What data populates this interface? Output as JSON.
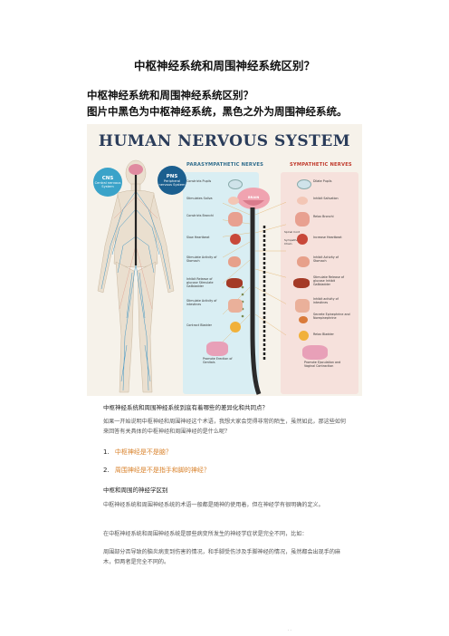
{
  "title": "中枢神经系统和周围神经系统区别？",
  "subheadings": [
    "中枢神经系统和周围神经系统区别？",
    "图片中黑色为中枢神经系统，黑色之外为周围神经系统。"
  ],
  "figure": {
    "title": "HUMAN NERVOUS SYSTEM",
    "cns_badge": {
      "abbr": "CNS",
      "text": "Central nervous System"
    },
    "pns_badge": {
      "abbr": "PNS",
      "text": "Peripheral nervous System"
    },
    "parasympathetic_header": "PARASYMPATHETIC NERVES",
    "sympathetic_header": "SYMPATHETIC NERVES",
    "brain_label": "BRAIN",
    "spinal_cord_label": "Spinal Cord",
    "chain_label": "Sympathetic Chain",
    "parasympathetic_labels": [
      "Constricts Pupils",
      "Stimulates Saliva",
      "Constricts Bronchi",
      "Slow Heartbeat",
      "Stimulate Activity of Stomach",
      "Inhibit Release of glucose Stimulate Gallbladder",
      "Stimulate Activity of intestines",
      "Contract Bladder",
      "Promote Erection of Genitals"
    ],
    "sympathetic_labels": [
      "Dilate Pupils",
      "Inhibit Salivation",
      "Relax Bronchi",
      "Increase Heartbeat",
      "Inhibit Activity of Stomach",
      "Stimulate Release of glucose Inhibit Gallbladder",
      "Inhibit activity of intestines",
      "Secrete Epinephrine and Norepinephrine",
      "Relax Bladder",
      "Promote Ejaculation and Vaginal Contraction"
    ]
  },
  "question": "中枢神经系统和周围神经系统到底有着哪些的差异化和共同点？",
  "intro": "如果一开始说明中枢神经和周围神经这个术语，我想大家会觉得非常的陌生，虽然如此，那这些如何来回答有关具体的中枢神经和周围神经的是什么呢？",
  "list": [
    {
      "num": "1.",
      "text": "中枢神经是不是脑？"
    },
    {
      "num": "2.",
      "text": "周围神经是不是指手和脚的神经？"
    }
  ],
  "section_title": "中枢和周围的神经学区别",
  "paragraphs": [
    "中枢神经系统和周围神经系统的术语一般都是随神的使用着，但在神经学有很明确的定义。",
    "在中枢神经系统和周围神经系统是那些病变所发生的神经学症状是完全不同，比如：",
    "周围部分否导致的脑炎病变到伤害的情况，和手脚受伤涉及手脚神经的情况，虽然都会出现手的麻木，但两者是完全不同的。"
  ],
  "page_mark": "· ·",
  "colors": {
    "orange": "#d9822b",
    "para_panel": "#d9eef3",
    "symp_panel": "#f6e1dc",
    "title_blue": "#2a3c5a"
  }
}
